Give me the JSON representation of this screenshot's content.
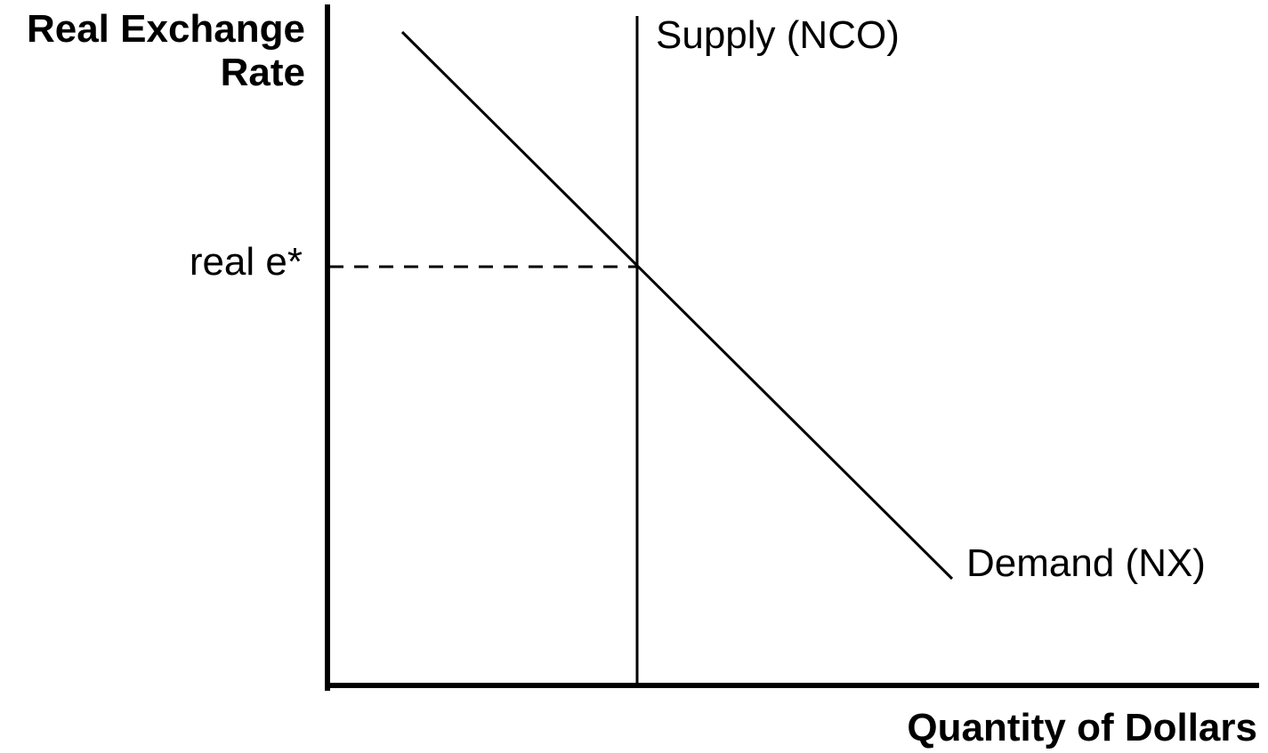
{
  "diagram": {
    "y_axis_title_line1": "Real Exchange",
    "y_axis_title_line2": "Rate",
    "x_axis_title": "Quantity of Dollars",
    "equilibrium_label": "real e*",
    "supply_label": "Supply (NCO)",
    "demand_label": "Demand (NX)",
    "colors": {
      "ink": "#000000",
      "background": "#ffffff"
    }
  }
}
